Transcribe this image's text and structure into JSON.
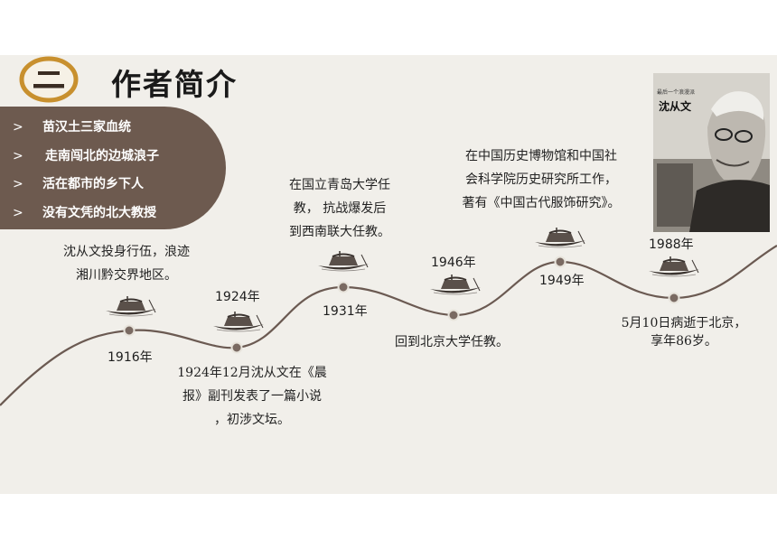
{
  "header": {
    "badge_text": "二",
    "title": "作者简介"
  },
  "menu": {
    "items": [
      {
        "label": "苗汉土三家血统"
      },
      {
        "label": "走南闯北的边城浪子"
      },
      {
        "label": "活在都市的乡下人"
      },
      {
        "label": "没有文凭的北大教授"
      }
    ],
    "chevron": ">"
  },
  "timeline": {
    "events": [
      {
        "year": "1916年",
        "lines": [
          "沈从文投身行伍，浪迹",
          "湘川黔交界地区。"
        ]
      },
      {
        "year": "1924年",
        "lines": [
          "1924年12月沈从文在《晨",
          "报》副刊发表了一篇小说",
          "，初涉文坛。"
        ]
      },
      {
        "year": "1931年",
        "lines": [
          "在国立青岛大学任",
          "教，  抗战爆发后",
          "到西南联大任教。"
        ]
      },
      {
        "year": "1946年",
        "lines": [
          "回到北京大学任教。"
        ]
      },
      {
        "year": "1949年",
        "lines": [
          "在中国历史博物馆和中国社",
          "会科学院历史研究所工作，",
          "著有《中国古代服饰研究》。"
        ]
      },
      {
        "year": "1988年",
        "lines": [
          "5月10日病逝于北京，",
          "享年86岁。"
        ]
      }
    ]
  },
  "photo": {
    "caption": "沈从文",
    "subcaption": "最后一个浪漫派"
  },
  "colors": {
    "slide_bg": "#f1efea",
    "menu_bg": "#6d5a4f",
    "curve": "#6b5a52",
    "badge_ring": "#c8902e"
  },
  "icons": [
    "boat-icon",
    "timeline-dot"
  ]
}
